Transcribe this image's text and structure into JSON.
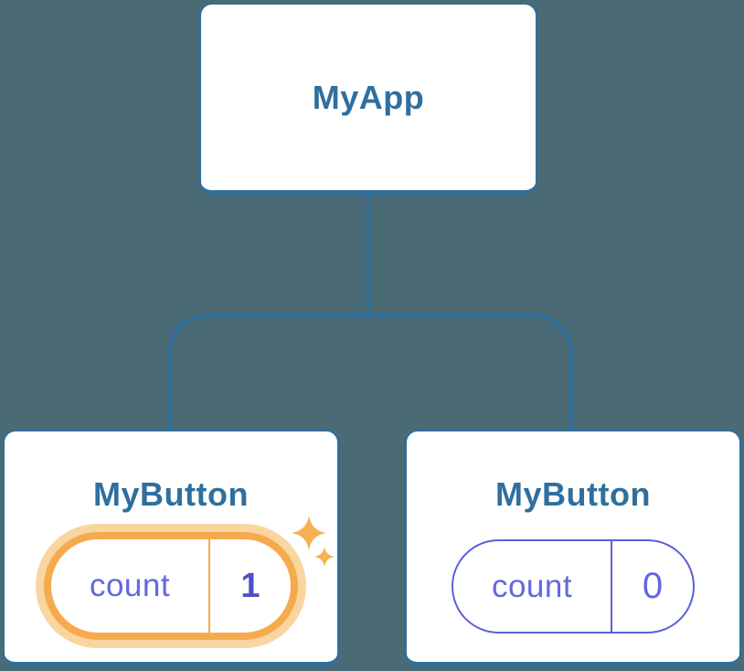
{
  "diagram": {
    "description": "React component tree with state",
    "root": {
      "label": "MyApp"
    },
    "children": [
      {
        "label": "MyButton",
        "state": {
          "key": "count",
          "value": "1"
        },
        "highlighted": true
      },
      {
        "label": "MyButton",
        "state": {
          "key": "count",
          "value": "0"
        },
        "highlighted": false
      }
    ]
  },
  "icons": {
    "sparkle": "four-point-star"
  },
  "colors": {
    "background": "#4A6A75",
    "line_blue": "#2F6F9E",
    "card_bg": "#FFFFFF",
    "title_blue": "#2F6F9E",
    "purple": "#6169DB",
    "purple_border": "#5B5FDB",
    "purple_bold": "#4B51C8",
    "orange": "#F5AB4D",
    "orange_halo": "#F9D6A0",
    "sparkle": "#F6B155"
  }
}
